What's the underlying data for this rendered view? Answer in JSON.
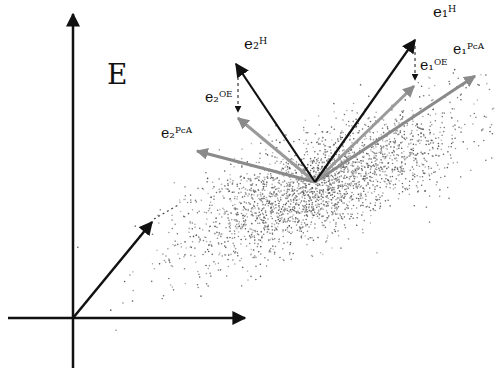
{
  "diagram": {
    "labels": [
      "e₁ᴴ",
      "e₂ᴴ",
      "E",
      "e₁ᴼᴱ",
      "e₁ᴾᶜᴬ",
      "e₂ᴼᴱ",
      "e₂ᴾᶜᴬ"
    ]
  }
}
